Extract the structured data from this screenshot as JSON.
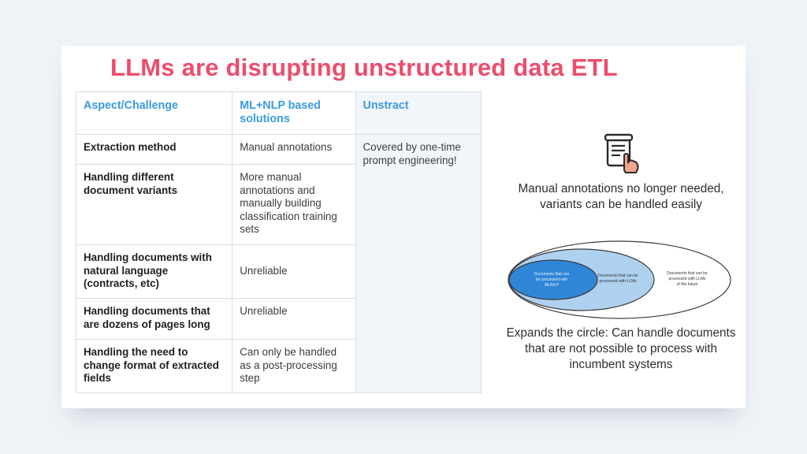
{
  "title": "LLMs are disrupting unstructured data ETL",
  "table": {
    "headers": [
      "Aspect/Challenge",
      "ML+NLP based solutions",
      "Unstract"
    ],
    "rows": [
      {
        "aspect": "Extraction method",
        "ml": "Manual annotations"
      },
      {
        "aspect": "Handling different document variants",
        "ml": "More manual annotations and manually building classification training sets"
      },
      {
        "aspect": "Handling documents with natural language (contracts, etc)",
        "ml": "Unreliable"
      },
      {
        "aspect": "Handling documents that are dozens of pages long",
        "ml": "Unreliable"
      },
      {
        "aspect": "Handling the need to change format of extracted fields",
        "ml": "Can only be handled as a post-processing step"
      }
    ],
    "unstract_cell": "Covered by one-time prompt engineering!"
  },
  "right": {
    "icon": "document-hand-icon",
    "caption_top": "Manual annotations no longer needed, variants can be handled easily",
    "venn": {
      "inner_line1": "Documents that can",
      "inner_line2": "be processed with",
      "inner_line3": "ML/NLP",
      "middle_line1": "Documents that can be",
      "middle_line2": "processed with LLMs",
      "outer_line1": "Documents that can be",
      "outer_line2": "processed with LLMs",
      "outer_line3": "of the future"
    },
    "caption_bottom": "Expands the circle: Can handle documents that are not possible to process with incumbent systems",
    "colors": {
      "inner": "#2f86d6",
      "middle": "#aed1ef",
      "outer": "#ffffff",
      "stroke": "#3b3b3b"
    }
  },
  "colors": {
    "title": "#ec4d6b",
    "header": "#3a9ae0"
  }
}
